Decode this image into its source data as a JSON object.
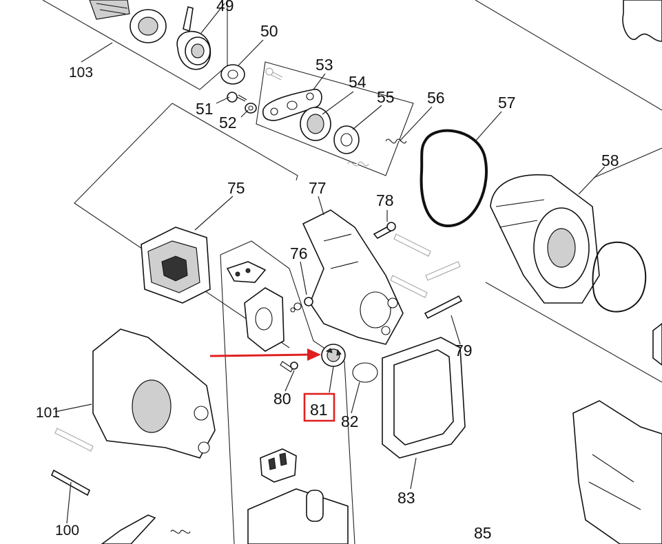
{
  "diagram": {
    "highlight": {
      "part": "81",
      "color": "#e02020"
    },
    "arrow_color": "#e02020",
    "callouts": {
      "p49": "49",
      "p50": "50",
      "p51": "51",
      "p52": "52",
      "p53": "53",
      "p54": "54",
      "p55": "55",
      "p56": "56",
      "p57": "57",
      "p58": "58",
      "p75": "75",
      "p76": "76",
      "p77": "77",
      "p78": "78",
      "p79": "79",
      "p80": "80",
      "p81": "81",
      "p82": "82",
      "p83": "83",
      "p85": "85",
      "p100": "100",
      "p101": "101",
      "p103": "103"
    }
  }
}
